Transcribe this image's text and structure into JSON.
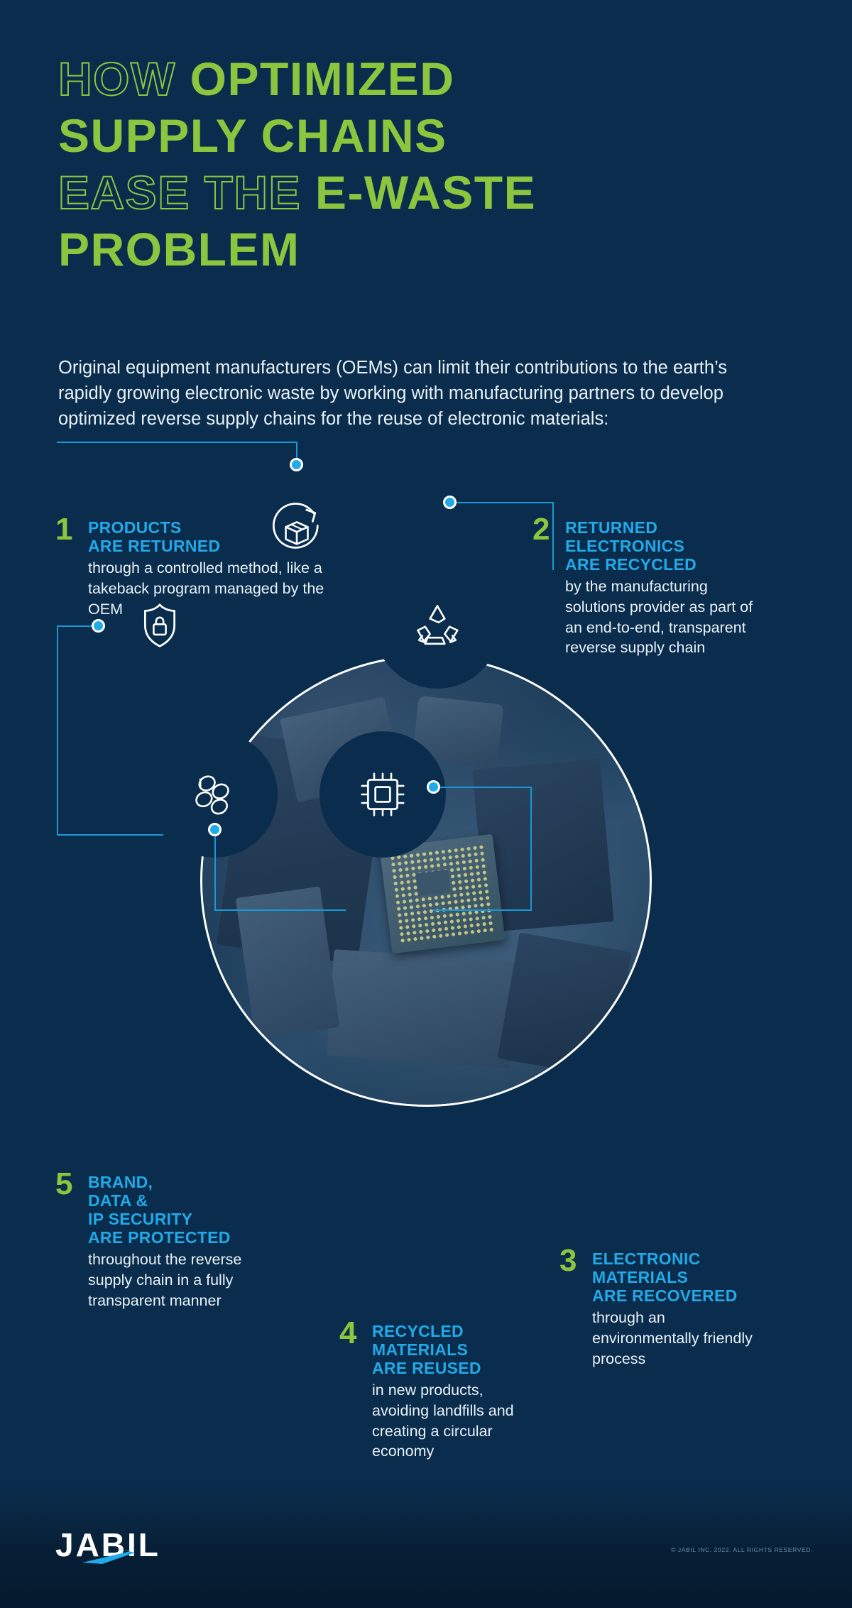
{
  "title": {
    "lines": [
      {
        "text": "HOW",
        "style": "outline",
        "text2": "OPTIMIZED",
        "style2": "fill"
      },
      {
        "text": "SUPPLY CHAINS",
        "style": "fill"
      },
      {
        "text": "EASE THE",
        "style": "outline",
        "text2": "E-WASTE",
        "style2": "fill"
      },
      {
        "text": "PROBLEM",
        "style": "fill"
      }
    ],
    "l1a": "HOW",
    "l1b": "OPTIMIZED",
    "l2": "SUPPLY CHAINS",
    "l3a": "EASE THE",
    "l3b": "E-WASTE",
    "l4": "PROBLEM"
  },
  "intro": "Original equipment manufacturers (OEMs) can limit their contributions to the earth’s rapidly growing electronic waste by working with manufacturing partners to develop optimized reverse supply chains for the reuse of electronic materials:",
  "steps": [
    {
      "number": "1",
      "headline": "PRODUCTS\nARE RETURNED",
      "headline_lines": [
        "PRODUCTS",
        "ARE RETURNED"
      ],
      "body": "through a controlled method, like a takeback program managed by the OEM",
      "icon": "package-return-icon"
    },
    {
      "number": "2",
      "headline_lines": [
        "RETURNED",
        "ELECTRONICS",
        "ARE RECYCLED"
      ],
      "body": "by the manufacturing solutions provider as part of an end-to-end, transparent reverse supply chain",
      "icon": "recycle-icon"
    },
    {
      "number": "3",
      "headline_lines": [
        "ELECTRONIC",
        "MATERIALS",
        "ARE RECOVERED"
      ],
      "body": "through an environmentally friendly process",
      "icon": "microchip-icon"
    },
    {
      "number": "4",
      "headline_lines": [
        "RECYCLED",
        "MATERIALS",
        "ARE REUSED"
      ],
      "body": "in new products, avoiding landfills and creating a circular economy",
      "icon": "raw-materials-icon"
    },
    {
      "number": "5",
      "headline_lines": [
        "BRAND,",
        "DATA &",
        "IP SECURITY",
        "ARE PROTECTED"
      ],
      "body": "throughout the reverse supply chain in a fully transparent manner",
      "icon": "shield-lock-icon"
    }
  ],
  "footer": {
    "logo_text": "JABIL",
    "copyright": "© JABIL INC. 2022. ALL RIGHTS RESERVED."
  },
  "colors": {
    "background": "#0a2d4d",
    "green": "#8cc63e",
    "cyan": "#22a9e8",
    "white": "#ffffff",
    "body_text": "#e9f1f7"
  }
}
